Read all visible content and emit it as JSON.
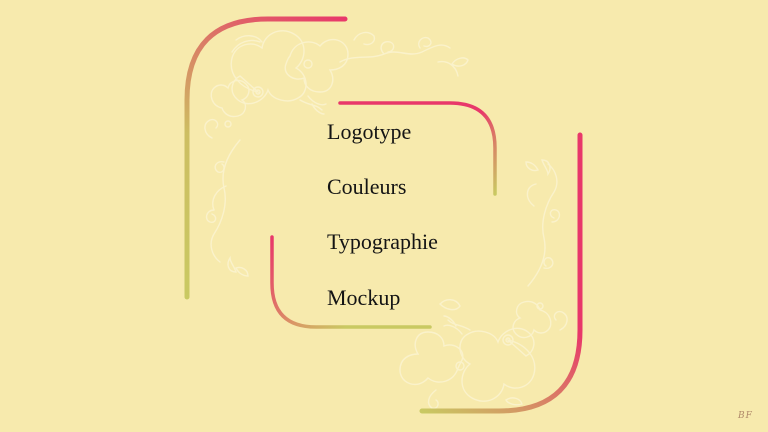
{
  "slide": {
    "background_color": "#F7EAAD",
    "accent_colors": {
      "pink": "#E8386A",
      "olive": "#C9C962",
      "ornament": "#FBF3CF"
    }
  },
  "menu": {
    "items": [
      {
        "label": "Logotype"
      },
      {
        "label": "Couleurs"
      },
      {
        "label": "Typographie"
      },
      {
        "label": "Mockup"
      }
    ]
  },
  "signature": {
    "text": "BF"
  }
}
